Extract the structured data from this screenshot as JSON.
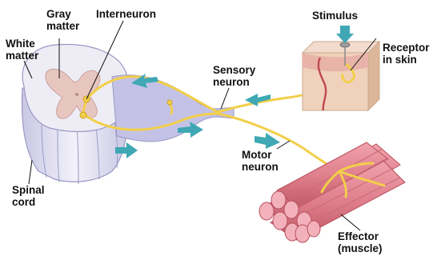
{
  "labels": {
    "gray_matter": [
      "Gray",
      "matter"
    ],
    "white_matter": [
      "White",
      "matter"
    ],
    "interneuron": "Interneuron",
    "stimulus": "Stimulus",
    "receptor": [
      "Receptor",
      "in skin"
    ],
    "sensory_neuron": [
      "Sensory",
      "neuron"
    ],
    "motor_neuron": [
      "Motor",
      "neuron"
    ],
    "spinal_cord": [
      "Spinal",
      "cord"
    ],
    "effector": [
      "Effector",
      "(muscle)"
    ]
  },
  "colors": {
    "nerve": "#f2cf4a",
    "nerve_outline": "#c9a227",
    "nerve_sheath": "#b3b3de",
    "white_matter": "#eceaf4",
    "gray_matter": "#e7c6c0",
    "arrow": "#3fa8b4",
    "muscle": "#e28592",
    "muscle_dark": "#b9505f",
    "skin": "#efc7a6",
    "skin_top": "#e9b2a8"
  }
}
